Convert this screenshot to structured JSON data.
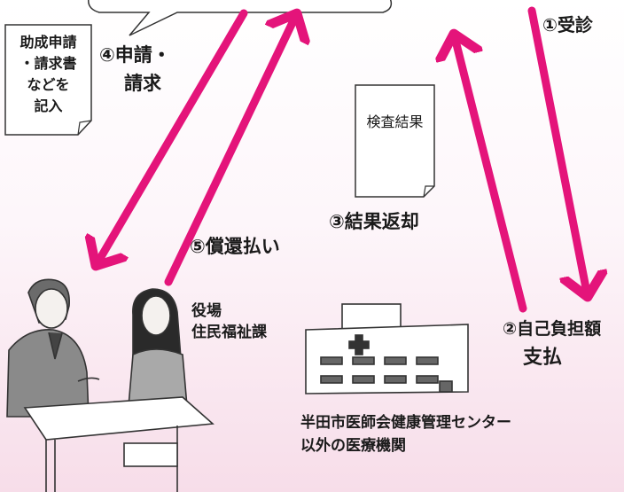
{
  "steps": {
    "step1": "①受診",
    "step2_line1": "②自己負担額",
    "step2_line2": "支払",
    "step3": "③結果返却",
    "step4_line1": "④申請・",
    "step4_line2": "請求",
    "step5": "⑤償還払い"
  },
  "notes": {
    "form_note": [
      "助成申請",
      "・請求書",
      "などを",
      "記入"
    ],
    "results_note": "検査結果"
  },
  "entities": {
    "office_line1": "役場",
    "office_line2": "住民福祉課",
    "clinic_line1": "半田市医師会健康管理センター",
    "clinic_line2": "以外の医療機関"
  },
  "colors": {
    "arrow": "#e4147a",
    "background_bottom": "#f7dde9"
  }
}
